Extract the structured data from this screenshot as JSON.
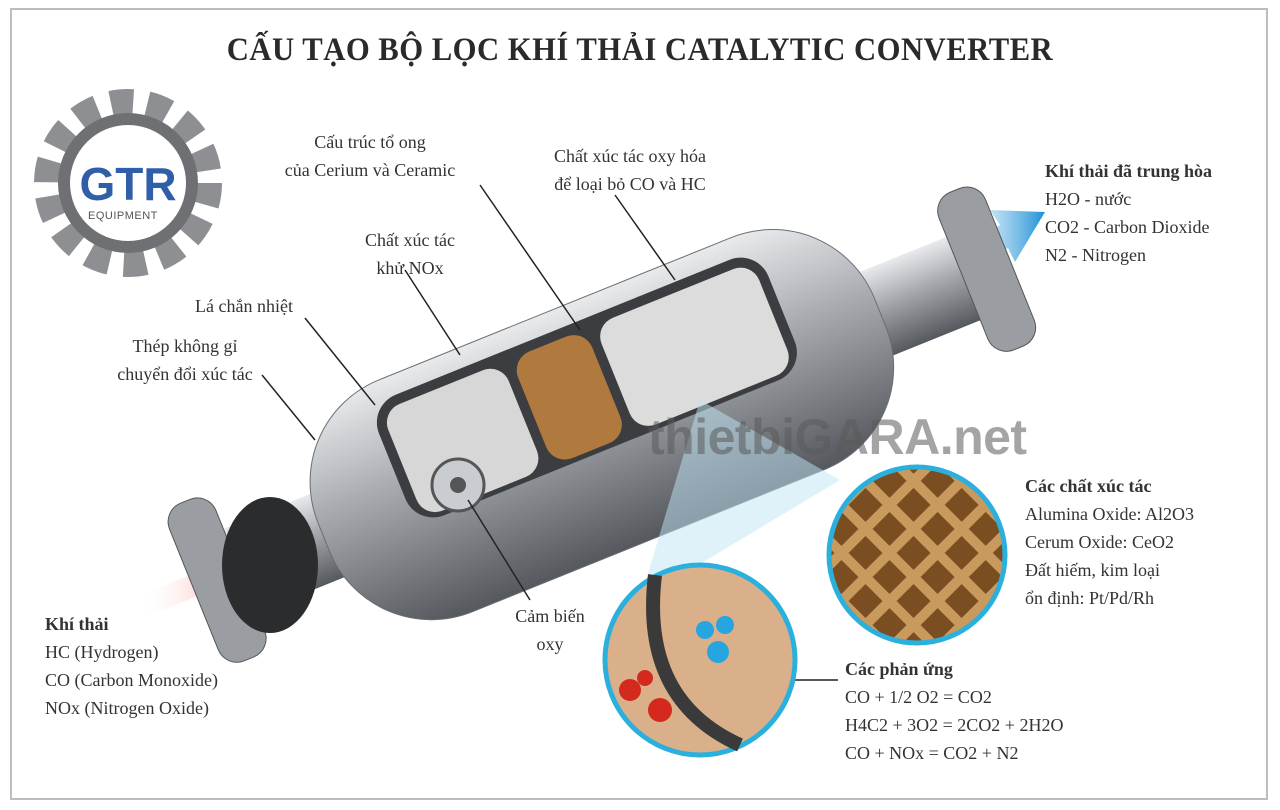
{
  "title": "CẤU TẠO BỘ LỌC KHÍ THẢI CATALYTIC CONVERTER",
  "logo": {
    "letters": "GTR",
    "subtitle": "EQUIPMENT"
  },
  "watermark": "thietbiGARA.net",
  "labels": {
    "honeycomb": [
      "Cấu trúc tổ ong",
      "của Cerium và Ceramic"
    ],
    "oxidation": [
      "Chất xúc tác oxy hóa",
      "để loại bỏ CO và HC"
    ],
    "reduction": [
      "Chất xúc tác",
      "khử NOx"
    ],
    "heat_shield": "Lá chắn nhiệt",
    "steel": [
      "Thép không gỉ",
      "chuyển đổi xúc tác"
    ],
    "sensor": [
      "Cảm biến",
      "oxy"
    ]
  },
  "exhaust_in": {
    "heading": "Khí thải",
    "items": [
      "HC (Hydrogen)",
      "CO (Carbon Monoxide)",
      "NOx (Nitrogen Oxide)"
    ]
  },
  "exhaust_out": {
    "heading": "Khí thải đã trung hòa",
    "items": [
      "H2O - nước",
      "CO2 - Carbon Dioxide",
      "N2 - Nitrogen"
    ]
  },
  "catalysts": {
    "heading": "Các chất xúc tác",
    "items": [
      "Alumina Oxide: Al2O3",
      "Cerum Oxide: CeO2",
      "Đất hiếm, kim loại",
      "ổn định: Pt/Pd/Rh"
    ]
  },
  "reactions": {
    "heading": "Các phản ứng",
    "items": [
      "CO + 1/2 O2 = CO2",
      "H4C2 + 3O2 = 2CO2 + 2H2O",
      "CO + NOx = CO2 + N2"
    ]
  },
  "colors": {
    "inflow": "#e8321c",
    "outflow": "#1c8fd6",
    "metal": "#9a9ea3",
    "ceramic": "#b07a3e"
  }
}
